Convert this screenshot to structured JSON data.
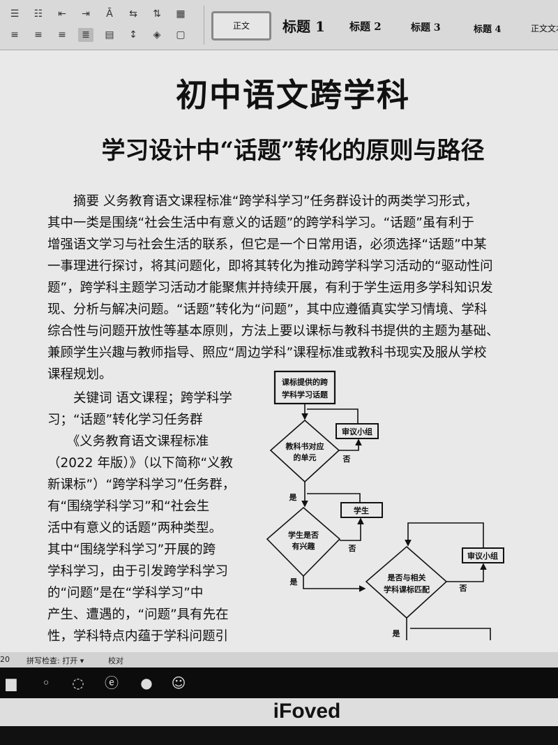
{
  "toolbar": {
    "icons_row1": [
      "bullet-list",
      "numbered-list",
      "decrease-indent",
      "increase-indent",
      "text-direction",
      "line-break",
      "sort",
      "table-grid"
    ],
    "icons_row2": [
      "align-left",
      "align-center",
      "align-right",
      "justify",
      "distributed",
      "line-spacing",
      "shading",
      "borders"
    ],
    "styles": [
      "正文",
      "标题 1",
      "标题 2",
      "标题 3",
      "标题 4",
      "正文文本"
    ]
  },
  "document": {
    "title": "初中语文跨学科",
    "subtitle": "学习设计中“话题”转化的原则与路径",
    "abstract_lines": [
      "　　摘要  义务教育语文课程标准“跨学科学习”任务群设计的两类学习形式，",
      "其中一类是围绕“社会生活中有意义的话题”的跨学科学习。“话题”虽有利于",
      "增强语文学习与社会生活的联系，但它是一个日常用语，必须选择“话题”中某",
      "一事理进行探讨，将其问题化，即将其转化为推动跨学科学习活动的“驱动性问",
      "题”，跨学科主题学习活动才能聚焦并持续开展，有利于学生运用多学科知识发",
      "现、分析与解决问题。“话题”转化为“问题”，其中应遵循真实学习情境、学科",
      "综合性与问题开放性等基本原则，方法上要以课标与教科书提供的主题为基础、",
      "兼顾学生兴趣与教师指导、照应“周边学科”课程标准或教科书现实及服从学校",
      "课程规划。"
    ],
    "column_lines": [
      "　　关键词  语文课程；跨学科学",
      "习；“话题”转化学习任务群",
      "　　《义务教育语文课程标准",
      "（2022 年版）》（以下简称“义教",
      "新课标”）“跨学科学习”任务群，",
      "有“围绕学科学习”和“社会生",
      "活中有意义的话题”两种类型。",
      "其中“围绕学科学习”开展的跨",
      "学科学习，由于引发跨学科学习",
      "的“问题”是在“学科学习”中",
      "产生、遭遇的，“问题”具有先在",
      "性，学科特点内蕴于学科问题引"
    ],
    "flowchart": {
      "start": [
        "课标提供的跨",
        "学科学习话题"
      ],
      "d1": [
        "教科书对应",
        "的单元"
      ],
      "b1": "审议小组",
      "d2": [
        "学生是否",
        "有兴趣"
      ],
      "b2": "学生",
      "d3": [
        "是否与相关",
        "学科课标匹配"
      ],
      "b3": "审议小组",
      "yes": "是",
      "no": "否"
    }
  },
  "status": {
    "page": "20",
    "spell": "拼写检查: 打开 ▾",
    "proof": "校对"
  },
  "monitor": {
    "brand": "iFoved"
  }
}
